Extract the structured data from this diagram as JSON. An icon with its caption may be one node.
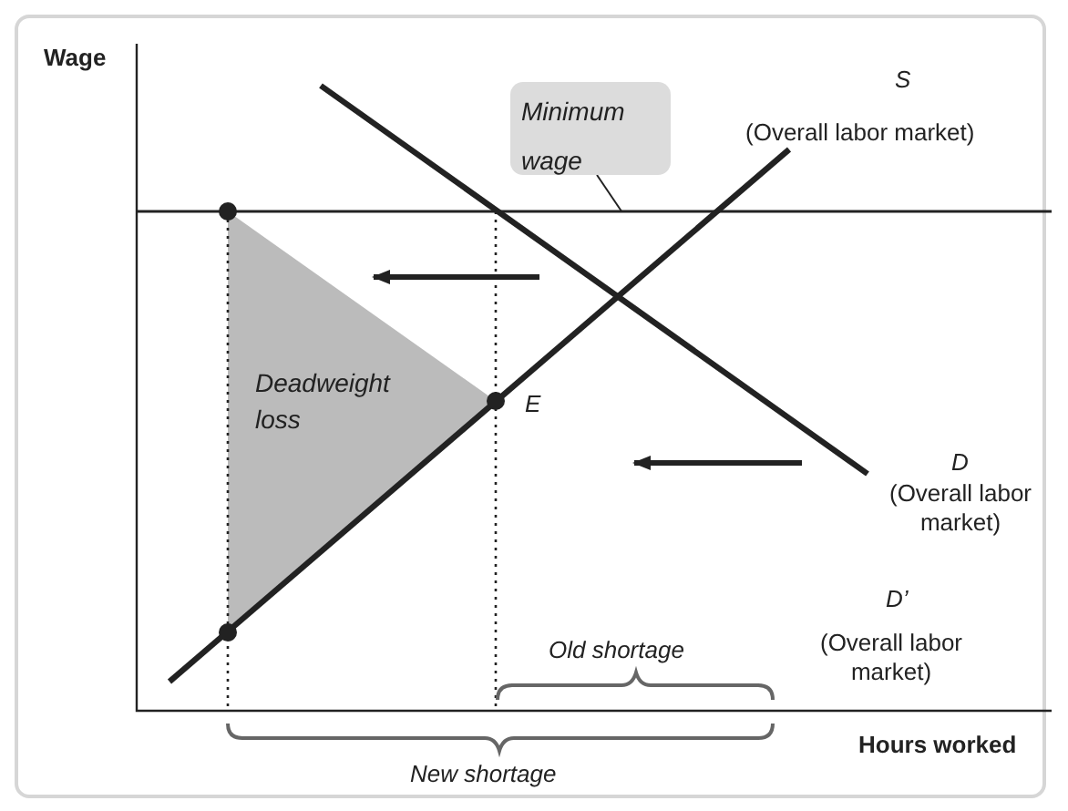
{
  "diagram": {
    "nodes": [
      {
        "text": [
          "Minimum wage"
        ]
      },
      {
        "text": [],
        "shape": "line"
      }
    ],
    "edges": [
      {
        "from": 0,
        "to": 1,
        "arrow": "none"
      }
    ],
    "labels": [
      "Wage",
      "S",
      "(Overall labor market)",
      "Deadweight loss",
      "E",
      "D",
      "(Overall labor market)",
      "D’",
      "(Overall labor market)",
      "Old shortage",
      "Hours worked",
      "New shortage"
    ]
  }
}
